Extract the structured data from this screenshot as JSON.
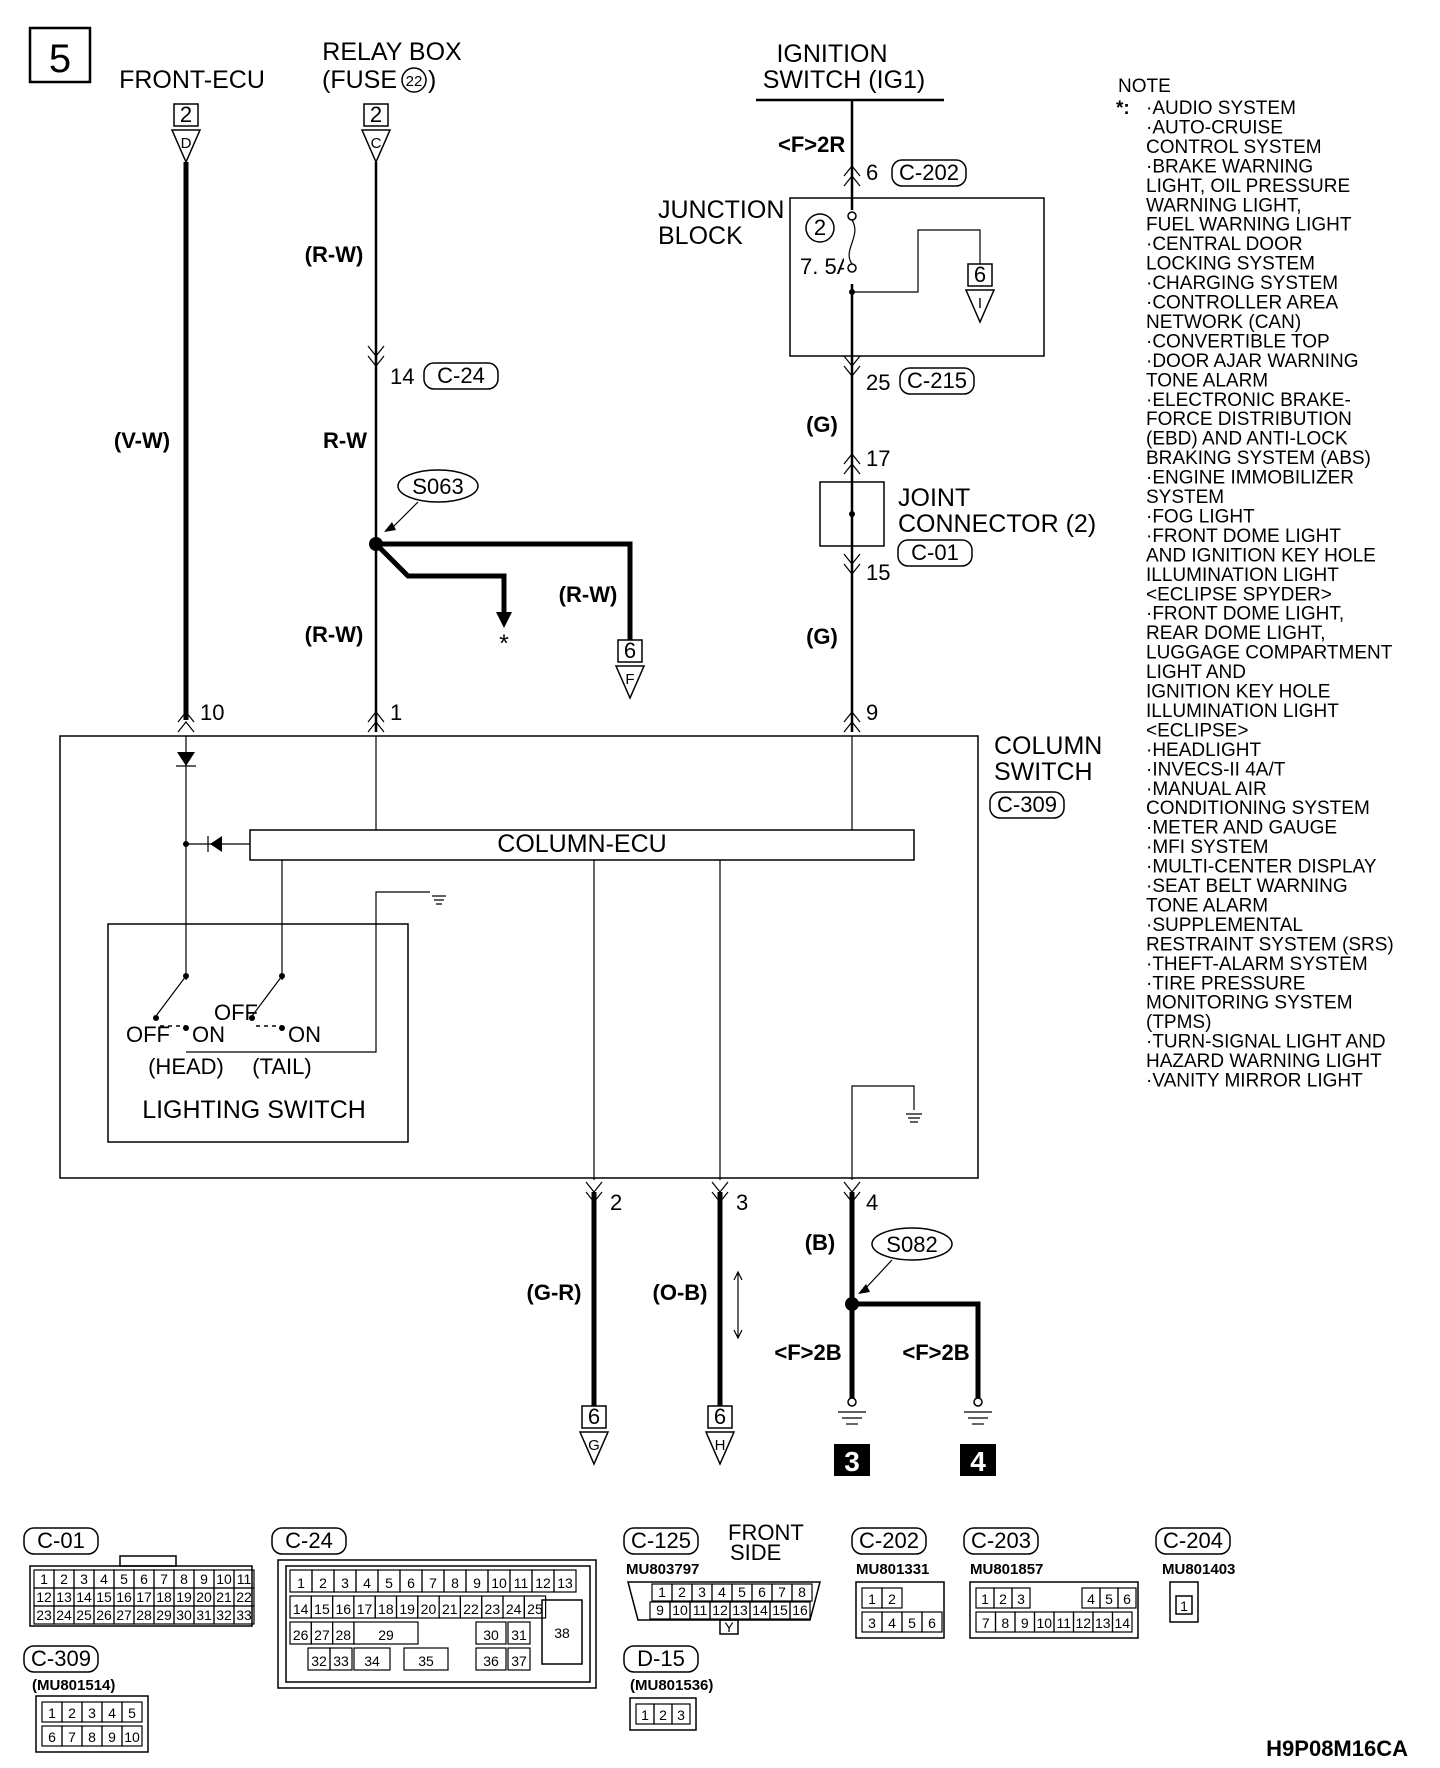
{
  "page": {
    "number": "5",
    "code": "H9P08M16CA"
  },
  "top_labels": {
    "front_ecu": "FRONT-ECU",
    "relay_box_line1": "RELAY BOX",
    "relay_box_line2": "(FUSE ",
    "relay_box_fuse": "22",
    "relay_box_close": ")",
    "ignition_line1": "IGNITION",
    "ignition_line2": "SWITCH (IG1)"
  },
  "connector_refs": {
    "front_ecu_num": "2",
    "front_ecu_letter": "D",
    "relay_num": "2",
    "relay_letter": "C",
    "jb_out_num": "6",
    "jb_out_letter": "I",
    "f_num": "6",
    "f_letter": "F",
    "g_num": "6",
    "g_letter": "G",
    "h_num": "6",
    "h_letter": "H"
  },
  "wires": {
    "vw": "(V-W)",
    "rw_top": "(R-W)",
    "rw_mid": "R-W",
    "rw_low": "(R-W)",
    "rw_branch": "(R-W)",
    "g_upper": "(G)",
    "g_lower": "(G)",
    "gr": "(G-R)",
    "ob": "(O-B)",
    "b": "(B)"
  },
  "pins": {
    "p6": "6",
    "p25": "25",
    "p17": "17",
    "p15": "15",
    "p14": "14",
    "p10": "10",
    "p1": "1",
    "p9": "9",
    "p2": "2",
    "p3": "3",
    "p4": "4"
  },
  "connectors_inline": {
    "c202": "C-202",
    "c215": "C-215",
    "c24": "C-24",
    "c01": "C-01",
    "c309": "C-309"
  },
  "splices": {
    "s063": "S063",
    "s082": "S082"
  },
  "harness": {
    "f2r": "<F>2R",
    "f2b_left": "<F>2B",
    "f2b_right": "<F>2B"
  },
  "junction_block": {
    "label_line1": "JUNCTION",
    "label_line2": "BLOCK",
    "fuse_no": "2",
    "fuse_amp": "7. 5A"
  },
  "joint_connector": {
    "line1": "JOINT",
    "line2": "CONNECTOR (2)"
  },
  "column_switch": {
    "line1": "COLUMN",
    "line2": "SWITCH",
    "ecu": "COLUMN-ECU"
  },
  "lighting_switch": {
    "title": "LIGHTING SWITCH",
    "off1": "OFF",
    "on1": "ON",
    "head": "(HEAD)",
    "off2": "OFF",
    "on2": "ON",
    "tail": "(TAIL)"
  },
  "asterisk": "*",
  "grounds": {
    "g3": "3",
    "g4": "4"
  },
  "note": {
    "title": "NOTE",
    "marker": "*:",
    "lines": [
      "·AUDIO SYSTEM",
      "·AUTO-CRUISE",
      " CONTROL SYSTEM",
      "·BRAKE WARNING",
      " LIGHT, OIL PRESSURE",
      " WARNING LIGHT,",
      " FUEL WARNING LIGHT",
      "·CENTRAL DOOR",
      " LOCKING SYSTEM",
      "·CHARGING SYSTEM",
      "·CONTROLLER AREA",
      " NETWORK (CAN)",
      "·CONVERTIBLE TOP",
      "·DOOR AJAR WARNING",
      " TONE ALARM",
      "·ELECTRONIC BRAKE-",
      " FORCE DISTRIBUTION",
      " (EBD) AND ANTI-LOCK",
      " BRAKING SYSTEM (ABS)",
      "·ENGINE IMMOBILIZER",
      " SYSTEM",
      "·FOG LIGHT",
      "·FRONT DOME LIGHT",
      " AND IGNITION KEY HOLE",
      " ILLUMINATION LIGHT",
      " <ECLIPSE SPYDER>",
      "·FRONT DOME LIGHT,",
      " REAR DOME LIGHT,",
      " LUGGAGE COMPARTMENT",
      " LIGHT AND",
      " IGNITION KEY HOLE",
      " ILLUMINATION LIGHT",
      " <ECLIPSE>",
      "·HEADLIGHT",
      "·INVECS-II 4A/T",
      "·MANUAL AIR",
      " CONDITIONING SYSTEM",
      "·METER AND GAUGE",
      "·MFI SYSTEM",
      "·MULTI-CENTER DISPLAY",
      "·SEAT BELT WARNING",
      " TONE ALARM",
      "·SUPPLEMENTAL",
      " RESTRAINT SYSTEM (SRS)",
      "·THEFT-ALARM SYSTEM",
      "·TIRE PRESSURE",
      " MONITORING SYSTEM",
      " (TPMS)",
      "·TURN-SIGNAL LIGHT AND",
      " HAZARD WARNING LIGHT",
      "·VANITY MIRROR LIGHT"
    ]
  },
  "connector_views": {
    "c01": {
      "name": "C-01",
      "row1": [
        "1",
        "2",
        "3",
        "4",
        "5",
        "6",
        "7",
        "8",
        "9",
        "10",
        "11"
      ],
      "row2": [
        "12",
        "13",
        "14",
        "15",
        "16",
        "17",
        "18",
        "19",
        "20",
        "21",
        "22"
      ],
      "row3": [
        "23",
        "24",
        "25",
        "26",
        "27",
        "28",
        "29",
        "30",
        "31",
        "32",
        "33"
      ]
    },
    "c24": {
      "name": "C-24",
      "row1": [
        "1",
        "2",
        "3",
        "4",
        "5",
        "6",
        "7",
        "8",
        "9",
        "10",
        "11",
        "12",
        "13"
      ],
      "row2": [
        "14",
        "15",
        "16",
        "17",
        "18",
        "19",
        "20",
        "21",
        "22",
        "23",
        "24",
        "25"
      ],
      "row3": [
        "26",
        "27",
        "28",
        "29",
        "30",
        "31"
      ],
      "row4": [
        "32",
        "33",
        "34",
        "35",
        "36",
        "37"
      ],
      "big": "38"
    },
    "c125": {
      "name": "C-125",
      "part": "MU803797",
      "side_line1": "FRONT",
      "side_line2": "SIDE",
      "row1": [
        "1",
        "2",
        "3",
        "4",
        "5",
        "6",
        "7",
        "8"
      ],
      "row2": [
        "9",
        "10",
        "11",
        "12",
        "13",
        "14",
        "15",
        "16"
      ],
      "key": "Y"
    },
    "c202": {
      "name": "C-202",
      "part": "MU801331",
      "row1": [
        "1",
        "2"
      ],
      "row2": [
        "3",
        "4",
        "5",
        "6"
      ]
    },
    "c203": {
      "name": "C-203",
      "part": "MU801857",
      "row1": [
        "1",
        "2",
        "3",
        "4",
        "5",
        "6"
      ],
      "row2": [
        "7",
        "8",
        "9",
        "10",
        "11",
        "12",
        "13",
        "14"
      ]
    },
    "c204": {
      "name": "C-204",
      "part": "MU801403",
      "pin": "1"
    },
    "c309": {
      "name": "C-309",
      "part": "(MU801514)",
      "row1": [
        "1",
        "2",
        "3",
        "4",
        "5"
      ],
      "row2": [
        "6",
        "7",
        "8",
        "9",
        "10"
      ]
    },
    "d15": {
      "name": "D-15",
      "part": "(MU801536)",
      "row1": [
        "1",
        "2",
        "3"
      ]
    }
  }
}
